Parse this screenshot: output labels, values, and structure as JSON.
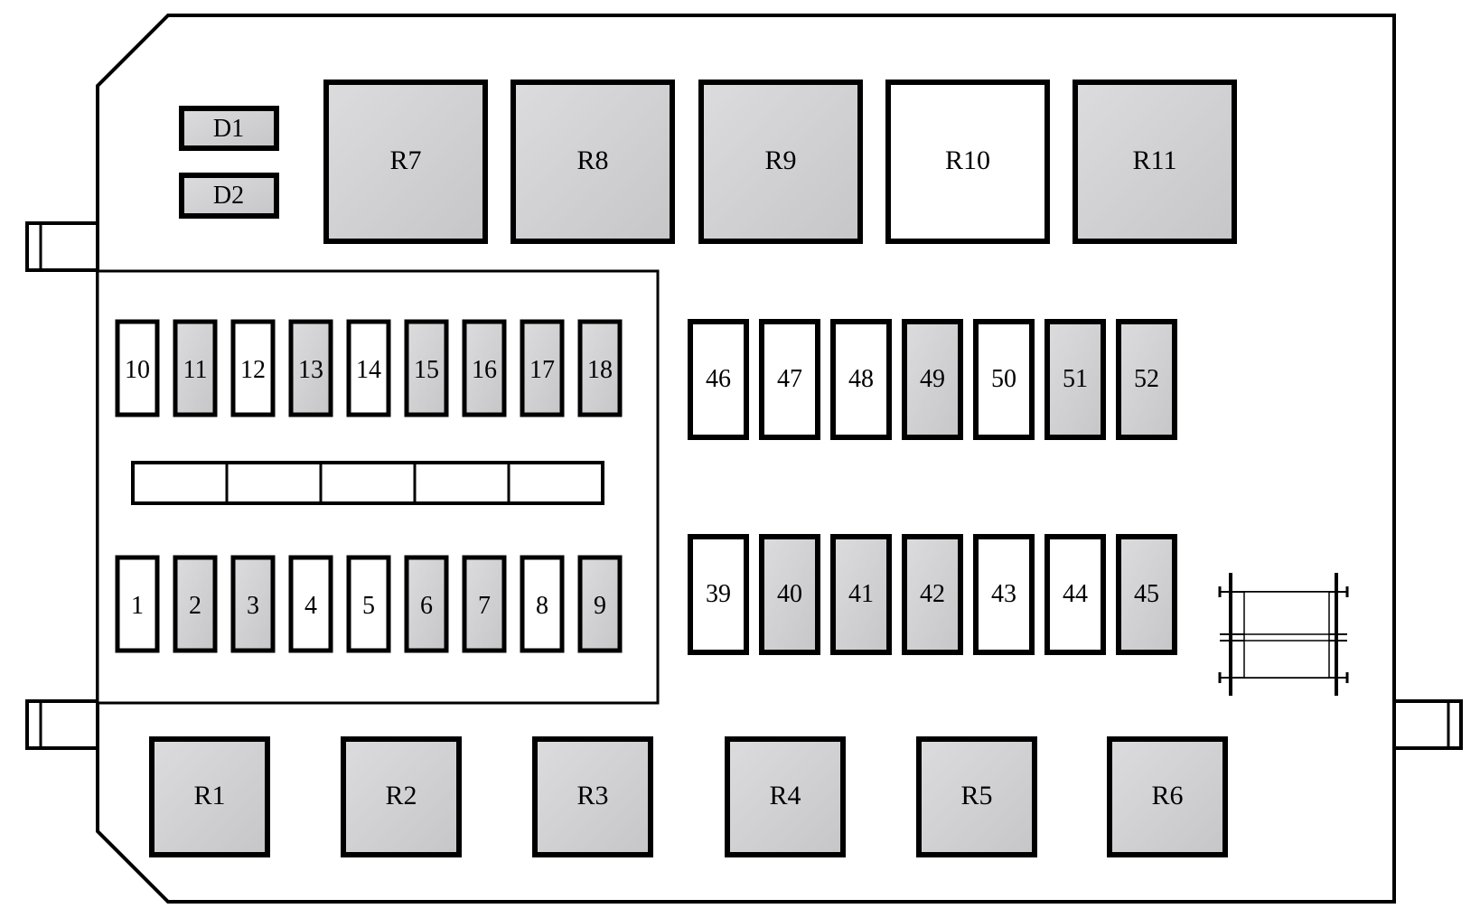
{
  "diodes": [
    {
      "id": "D1",
      "label": "D1",
      "fill": "gray"
    },
    {
      "id": "D2",
      "label": "D2",
      "fill": "gray"
    }
  ],
  "top_relays": [
    {
      "id": "R7",
      "label": "R7",
      "fill": "gray"
    },
    {
      "id": "R8",
      "label": "R8",
      "fill": "gray"
    },
    {
      "id": "R9",
      "label": "R9",
      "fill": "gray"
    },
    {
      "id": "R10",
      "label": "R10",
      "fill": "white"
    },
    {
      "id": "R11",
      "label": "R11",
      "fill": "gray"
    }
  ],
  "bottom_relays": [
    {
      "id": "R1",
      "label": "R1",
      "fill": "gray"
    },
    {
      "id": "R2",
      "label": "R2",
      "fill": "gray"
    },
    {
      "id": "R3",
      "label": "R3",
      "fill": "gray"
    },
    {
      "id": "R4",
      "label": "R4",
      "fill": "gray"
    },
    {
      "id": "R5",
      "label": "R5",
      "fill": "gray"
    },
    {
      "id": "R6",
      "label": "R6",
      "fill": "gray"
    }
  ],
  "mini_fuses_top": [
    {
      "label": "10",
      "fill": "white"
    },
    {
      "label": "11",
      "fill": "gray"
    },
    {
      "label": "12",
      "fill": "white"
    },
    {
      "label": "13",
      "fill": "gray"
    },
    {
      "label": "14",
      "fill": "white"
    },
    {
      "label": "15",
      "fill": "gray"
    },
    {
      "label": "16",
      "fill": "gray"
    },
    {
      "label": "17",
      "fill": "gray"
    },
    {
      "label": "18",
      "fill": "gray"
    }
  ],
  "mini_fuses_bottom": [
    {
      "label": "1",
      "fill": "white"
    },
    {
      "label": "2",
      "fill": "gray"
    },
    {
      "label": "3",
      "fill": "gray"
    },
    {
      "label": "4",
      "fill": "white"
    },
    {
      "label": "5",
      "fill": "white"
    },
    {
      "label": "6",
      "fill": "gray"
    },
    {
      "label": "7",
      "fill": "gray"
    },
    {
      "label": "8",
      "fill": "white"
    },
    {
      "label": "9",
      "fill": "gray"
    }
  ],
  "maxi_fuses_top": [
    {
      "label": "46",
      "fill": "white"
    },
    {
      "label": "47",
      "fill": "white"
    },
    {
      "label": "48",
      "fill": "white"
    },
    {
      "label": "49",
      "fill": "gray"
    },
    {
      "label": "50",
      "fill": "white"
    },
    {
      "label": "51",
      "fill": "gray"
    },
    {
      "label": "52",
      "fill": "gray"
    }
  ],
  "maxi_fuses_bottom": [
    {
      "label": "39",
      "fill": "white"
    },
    {
      "label": "40",
      "fill": "gray"
    },
    {
      "label": "41",
      "fill": "gray"
    },
    {
      "label": "42",
      "fill": "gray"
    },
    {
      "label": "43",
      "fill": "white"
    },
    {
      "label": "44",
      "fill": "white"
    },
    {
      "label": "45",
      "fill": "gray"
    }
  ],
  "spare_strip_slots": 5,
  "colors": {
    "outline": "#000000",
    "gray_fill": "#d4d4d6",
    "white_fill": "#ffffff",
    "background": "#ffffff"
  }
}
